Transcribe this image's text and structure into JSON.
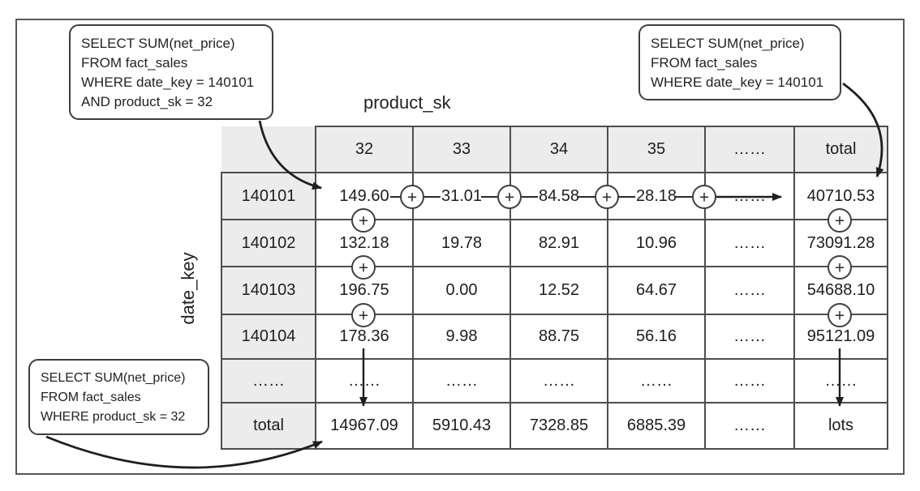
{
  "figure": {
    "axes": {
      "columns": "product_sk",
      "rows": "date_key"
    },
    "plus": "+",
    "table": {
      "col_headers": [
        "32",
        "33",
        "34",
        "35",
        "……",
        "total"
      ],
      "rows": [
        {
          "header": "140101",
          "cells": [
            "149.60",
            "31.01",
            "84.58",
            "28.18",
            "……",
            "40710.53"
          ]
        },
        {
          "header": "140102",
          "cells": [
            "132.18",
            "19.78",
            "82.91",
            "10.96",
            "……",
            "73091.28"
          ]
        },
        {
          "header": "140103",
          "cells": [
            "196.75",
            "0.00",
            "12.52",
            "64.67",
            "……",
            "54688.10"
          ]
        },
        {
          "header": "140104",
          "cells": [
            "178.36",
            "9.98",
            "88.75",
            "56.16",
            "……",
            "95121.09"
          ]
        },
        {
          "header": "……",
          "cells": [
            "……",
            "……",
            "……",
            "……",
            "……",
            "……"
          ]
        },
        {
          "header": "total",
          "cells": [
            "14967.09",
            "5910.43",
            "7328.85",
            "6885.39",
            "……",
            "lots"
          ]
        }
      ]
    },
    "callouts": {
      "top_left": {
        "lines": [
          "SELECT SUM(net_price)",
          "FROM fact_sales",
          "WHERE date_key = 140101",
          "AND product_sk = 32"
        ]
      },
      "top_right": {
        "lines": [
          "SELECT SUM(net_price)",
          "FROM fact_sales",
          "WHERE date_key = 140101"
        ]
      },
      "bottom_left": {
        "lines": [
          "SELECT SUM(net_price)",
          "FROM fact_sales",
          "WHERE product_sk = 32"
        ]
      }
    },
    "colors": {
      "header_bg": "#ececec",
      "border": "#4d4d4d",
      "text": "#222222",
      "arrow": "#1f1f1f"
    }
  }
}
